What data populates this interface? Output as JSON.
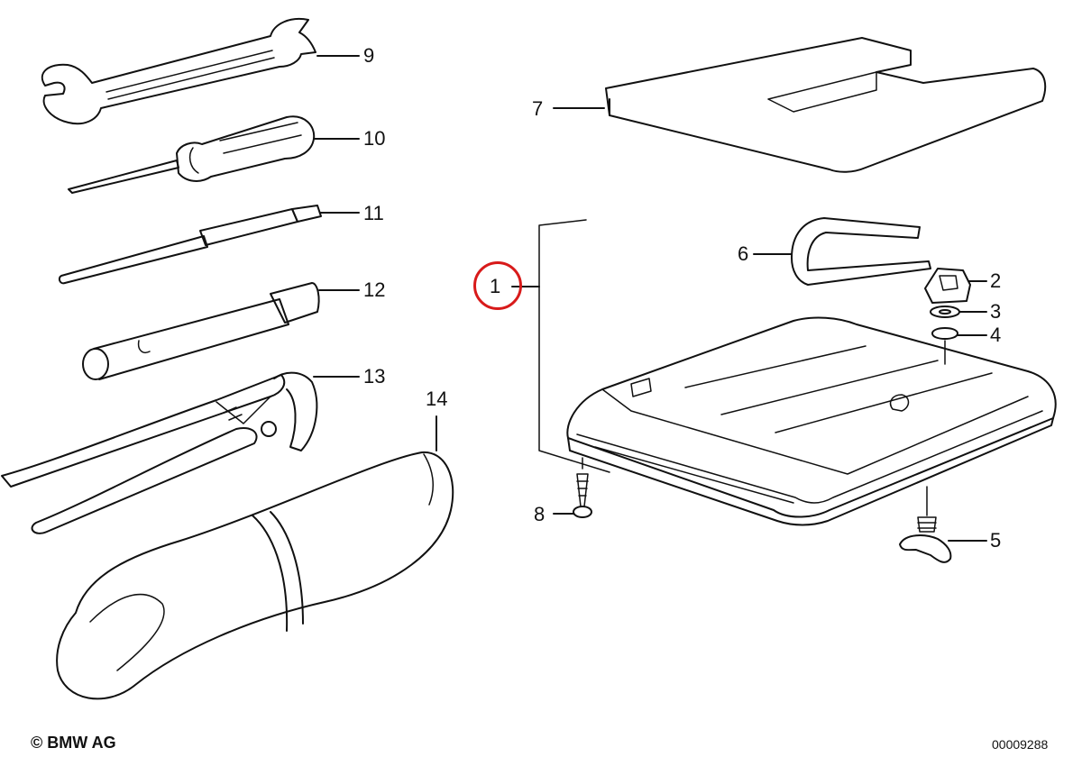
{
  "callouts": [
    {
      "id": "1",
      "label": "1"
    },
    {
      "id": "2",
      "label": "2"
    },
    {
      "id": "3",
      "label": "3"
    },
    {
      "id": "4",
      "label": "4"
    },
    {
      "id": "5",
      "label": "5"
    },
    {
      "id": "6",
      "label": "6"
    },
    {
      "id": "7",
      "label": "7"
    },
    {
      "id": "8",
      "label": "8"
    },
    {
      "id": "9",
      "label": "9"
    },
    {
      "id": "10",
      "label": "10"
    },
    {
      "id": "11",
      "label": "11"
    },
    {
      "id": "12",
      "label": "12"
    },
    {
      "id": "13",
      "label": "13"
    },
    {
      "id": "14",
      "label": "14"
    }
  ],
  "highlighted_callout": "1",
  "highlight_color": "#d81a1a",
  "footer": {
    "copyright": "© BMW AG",
    "document_number": "00009288"
  }
}
